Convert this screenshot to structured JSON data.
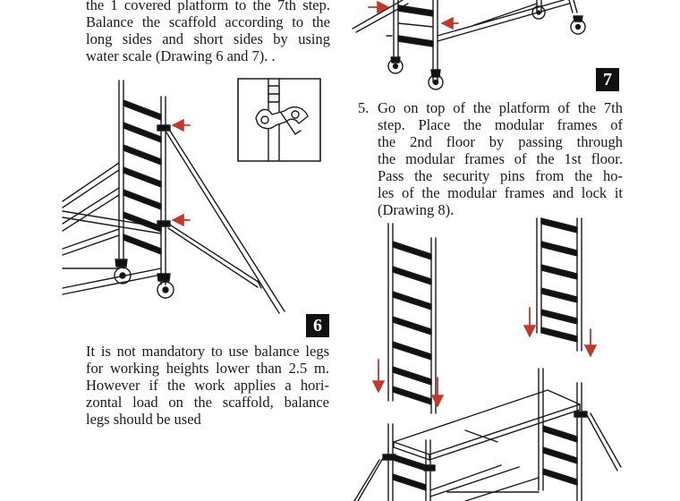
{
  "left_column_top": {
    "lines": [
      "the 1 covered platform to the 7th step.",
      "Balance the scaffold according to the",
      "long sides and short sides by using",
      "water scale (Drawing 6 and 7). ."
    ]
  },
  "left_column_bottom": {
    "lines": [
      "It is not mandatory to use balance legs",
      "for working heights lower than 2.5 m.",
      "However if the work applies a hori-",
      "zontal load on the scaffold, balance",
      "legs should be used"
    ]
  },
  "step5": {
    "number": "5.",
    "lines": [
      "Go on top of the platform of the 7th",
      "step. Place the modular frames of",
      "the 2nd floor by passing through",
      "the modular frames of the 1st floor.",
      "Pass the security pins from the ho-",
      "les of the modular frames and lock it",
      "(Drawing 8)."
    ]
  },
  "drawing_labels": {
    "drawing_6": "6",
    "drawing_7": "7"
  },
  "colors": {
    "arrow": "#c0392b",
    "badge": "#111111",
    "line": "#1a1a1a"
  }
}
